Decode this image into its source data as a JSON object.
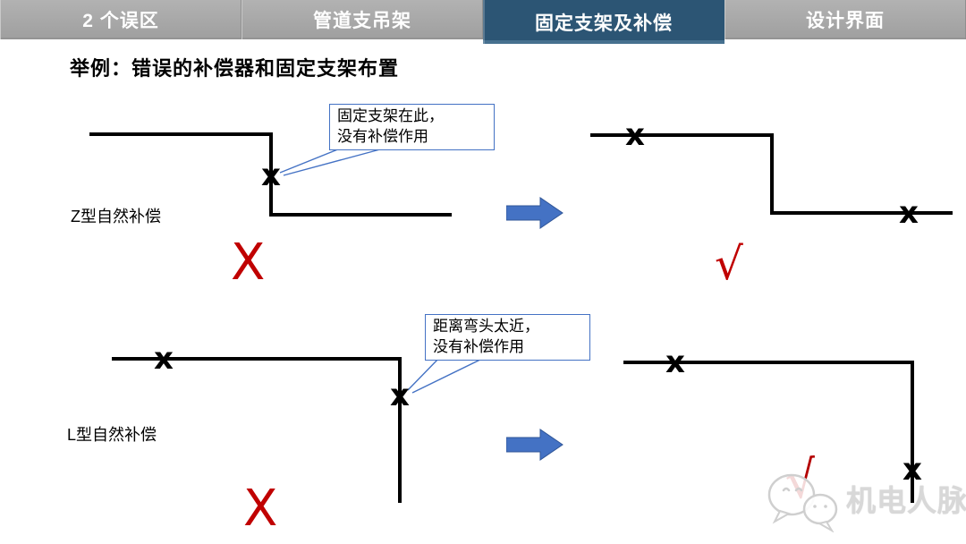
{
  "tab_bar": {
    "tabs": [
      {
        "label": "2 个误区"
      },
      {
        "label": "管道支吊架"
      },
      {
        "label": "固定支架及补偿"
      },
      {
        "label": "设计界面"
      }
    ],
    "active_index": 2
  },
  "title": "举例：错误的补偿器和固定支架布置",
  "glyphs": {
    "support_marker": "x"
  },
  "z_section": {
    "label": "Z型自然补偿",
    "callout_line1": "固定支架在此，",
    "callout_line2": "没有补偿作用",
    "wrong_verdict": "X",
    "right_verdict": "√"
  },
  "l_section": {
    "label": "L型自然补偿",
    "callout_line1": "距离弯头太近，",
    "callout_line2": "没有补偿作用",
    "wrong_verdict": "X",
    "right_verdict": "√"
  },
  "watermark": {
    "text": "机电人脉"
  },
  "colors": {
    "active_tab_bg": "#2c5574",
    "inactive_tab_bg": "#a8a8a8",
    "tab_text": "#ffffff",
    "callout_border": "#4472c4",
    "arrow_fill": "#4472c4",
    "verdict_red": "#c00000",
    "pipe_black": "#000000",
    "watermark_gray": "#d8d8d8"
  }
}
